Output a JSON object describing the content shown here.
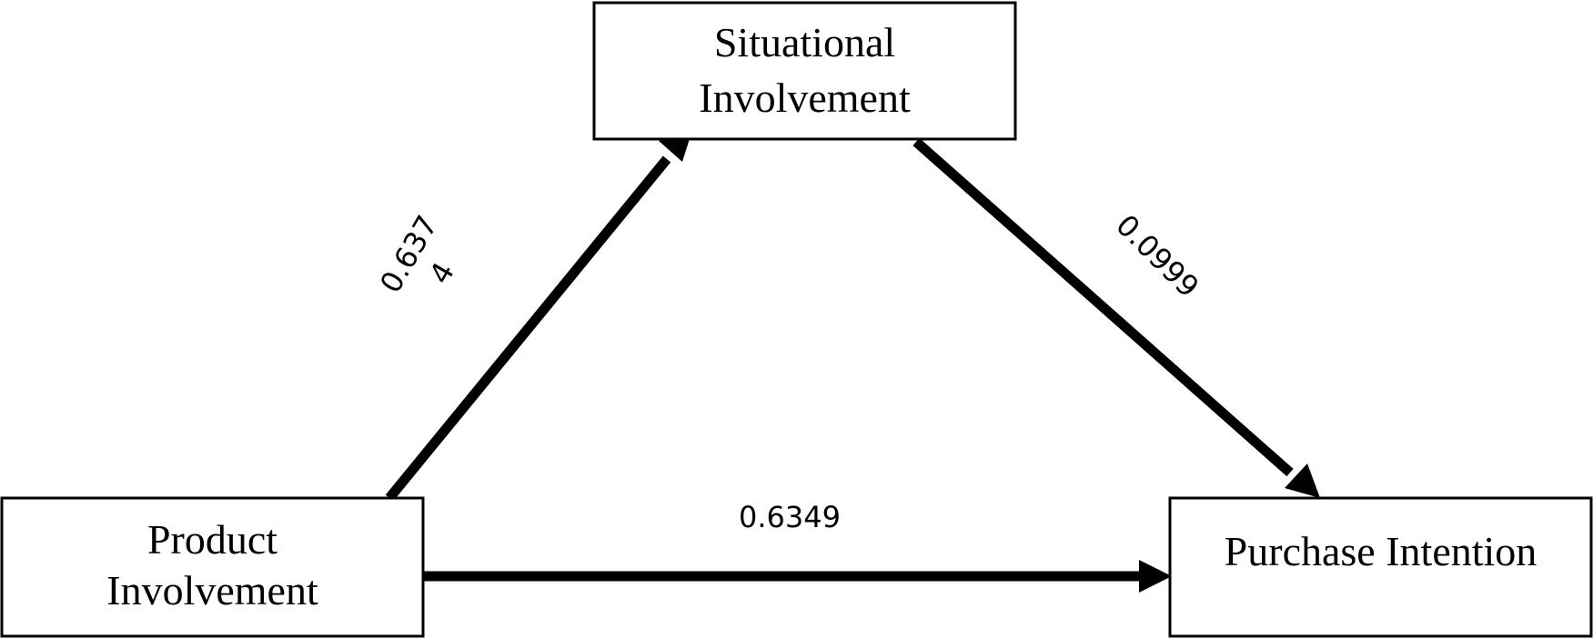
{
  "nodes": {
    "situational": {
      "line1": "Situational",
      "line2": "Involvement"
    },
    "product": {
      "line1": "Product",
      "line2": "Involvement"
    },
    "purchase": {
      "line1": "Purchase Intention"
    }
  },
  "edges": {
    "product_to_situational": {
      "line1": "0.637",
      "line2": "4"
    },
    "situational_to_purchase": {
      "label": "0.0999"
    },
    "product_to_purchase": {
      "label": "0.6349"
    }
  }
}
